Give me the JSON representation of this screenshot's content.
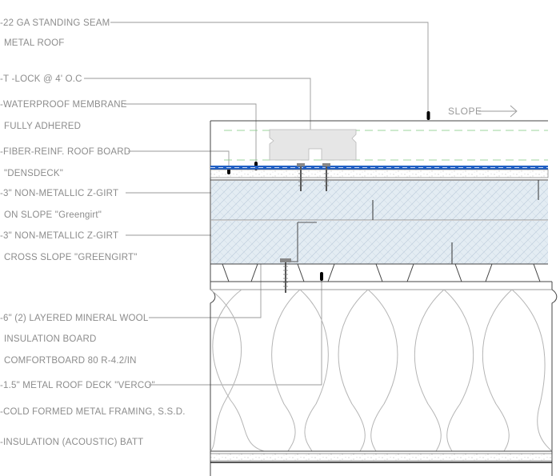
{
  "roof_assembly": {
    "slope_label": "SLOPE",
    "callouts": [
      {
        "id": "metal-roof",
        "lines": [
          "-22 GA STANDING SEAM",
          "METAL ROOF"
        ]
      },
      {
        "id": "t-lock",
        "lines": [
          "-T -LOCK @ 4' O.C"
        ]
      },
      {
        "id": "membrane",
        "lines": [
          "-WATERPROOF MEMBRANE",
          "FULLY ADHERED"
        ]
      },
      {
        "id": "roof-board",
        "lines": [
          "-FIBER-REINF. ROOF BOARD",
          "\"DENSDECK\""
        ]
      },
      {
        "id": "zgirt-slope",
        "lines": [
          "-3\" NON-METALLIC Z-GIRT",
          "ON SLOPE \"Greengirt\""
        ]
      },
      {
        "id": "zgirt-cross",
        "lines": [
          "-3\" NON-METALLIC Z-GIRT",
          "CROSS SLOPE \"GREENGIRT\""
        ]
      },
      {
        "id": "mineral-wool",
        "lines": [
          "-6\" (2) LAYERED MINERAL WOOL",
          "INSULATION BOARD",
          "COMFORTBOARD 80 R-4.2/IN"
        ]
      },
      {
        "id": "roof-deck",
        "lines": [
          "-1.5\" METAL ROOF DECK \"VERCO\""
        ]
      },
      {
        "id": "framing",
        "lines": [
          "-COLD FORMED METAL FRAMING, S.S.D."
        ]
      },
      {
        "id": "batt",
        "lines": [
          "-INSULATION (ACOUSTIC) BATT"
        ]
      }
    ],
    "colors": {
      "membrane_blue": "#1f5fc4",
      "insulation_fill": "#e3ecf3",
      "hatch": "#b8c8d8",
      "dashed_green": "#7fc77f",
      "clip_fill": "#e6e6e6"
    }
  }
}
